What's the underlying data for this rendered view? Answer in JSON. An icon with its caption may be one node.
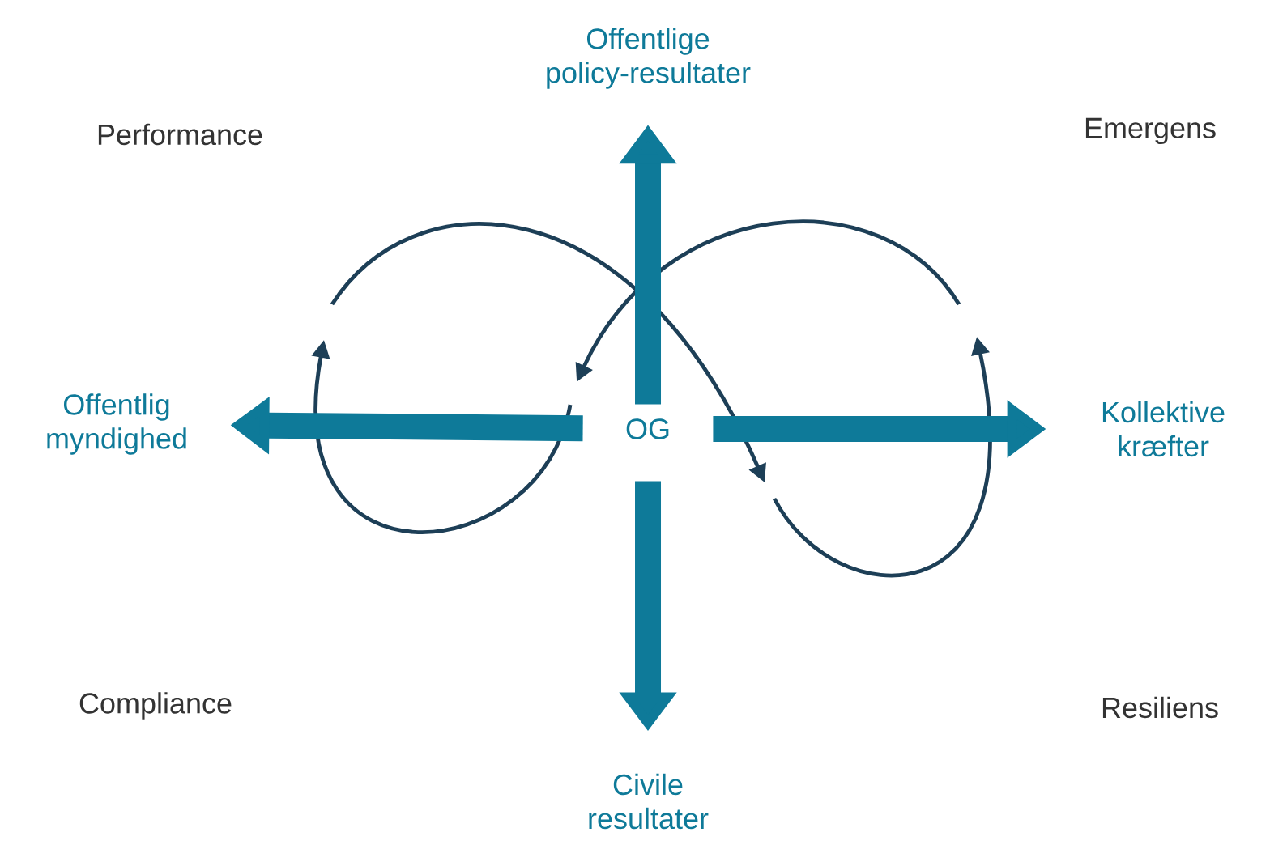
{
  "diagram": {
    "nodes": [
      {
        "text": [
          "Offentlige policy-resultater"
        ]
      },
      {
        "text": [
          "Offentlig myndighed"
        ]
      },
      {
        "text": [
          "OG"
        ]
      },
      {
        "text": [
          "Kollektive kræfter"
        ]
      },
      {
        "text": [
          "Civile resultater"
        ]
      }
    ],
    "edges": [
      {
        "from": 2,
        "to": 0,
        "arrow": "to"
      },
      {
        "from": 2,
        "to": 1,
        "arrow": "to"
      },
      {
        "from": 2,
        "to": 3,
        "arrow": "to"
      },
      {
        "from": 2,
        "to": 4,
        "arrow": "to"
      }
    ],
    "labels": [
      "Performance",
      "Emergens",
      "Compliance",
      "Resiliens"
    ]
  }
}
